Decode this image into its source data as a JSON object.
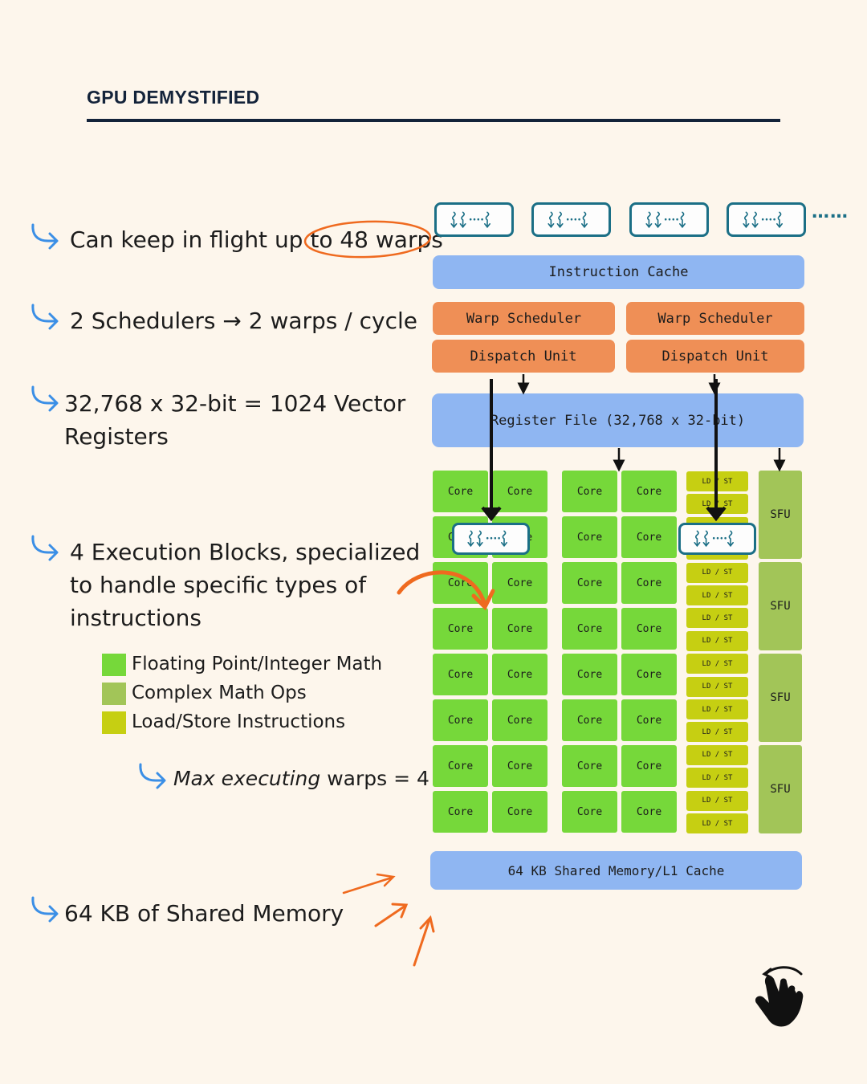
{
  "header": {
    "title": "GPU DEMYSTIFIED"
  },
  "bullets": [
    {
      "id": "warps",
      "text": "Can keep in flight up to 48 warps"
    },
    {
      "id": "schedulers",
      "text": "2 Schedulers → 2 warps / cycle"
    },
    {
      "id": "registers_l1",
      "text": "32,768  x 32-bit = 1024 Vector"
    },
    {
      "id": "registers_l2",
      "text": "Registers"
    },
    {
      "id": "exec_l1",
      "text": "4 Execution Blocks, specialized"
    },
    {
      "id": "exec_l2",
      "text": "to handle specific types of"
    },
    {
      "id": "exec_l3",
      "text": "instructions"
    },
    {
      "id": "shared_mem",
      "text": "64 KB of Shared Memory"
    }
  ],
  "legend": [
    {
      "label": "Floating Point/Integer Math",
      "color": "#76d83a"
    },
    {
      "label": "Complex Math Ops",
      "color": "#a2c558"
    },
    {
      "label": "Load/Store Instructions",
      "color": "#c6cf12"
    }
  ],
  "max_exec": {
    "italic": "Max executing",
    "rest": " warps = 4"
  },
  "diagram": {
    "instruction_cache": "Instruction Cache",
    "warp_scheduler": "Warp Scheduler",
    "dispatch_unit": "Dispatch Unit",
    "register_file": "Register File (32,768 x 32-bit)",
    "core_label": "Core",
    "ldst_label": "LD / ST",
    "sfu_label": "SFU",
    "shared_memory": "64 KB Shared Memory/L1 Cache",
    "warp_icon": "warp-threads-icon",
    "ellipsis": "……"
  },
  "colors": {
    "core": "#76d83a",
    "sfu": "#a2c558",
    "ldst": "#c6cf12",
    "cache_blue": "#8fb6f2",
    "scheduler_orange": "#ef8f56",
    "warp_teal": "#1b6f86",
    "annotation_orange": "#ef6a1f",
    "bullet_arrow_blue": "#3b8fe6"
  }
}
